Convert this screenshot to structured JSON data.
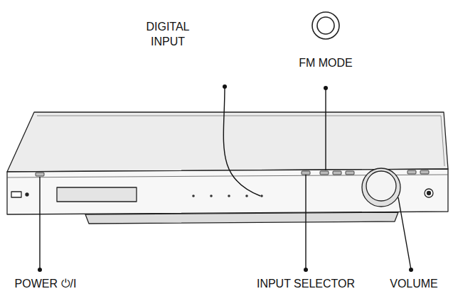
{
  "diagram": {
    "labels": [
      "DIGITAL INPUT",
      "FM MODE",
      "POWER ⏻/I",
      "INPUT SELECTOR",
      "VOLUME"
    ]
  }
}
